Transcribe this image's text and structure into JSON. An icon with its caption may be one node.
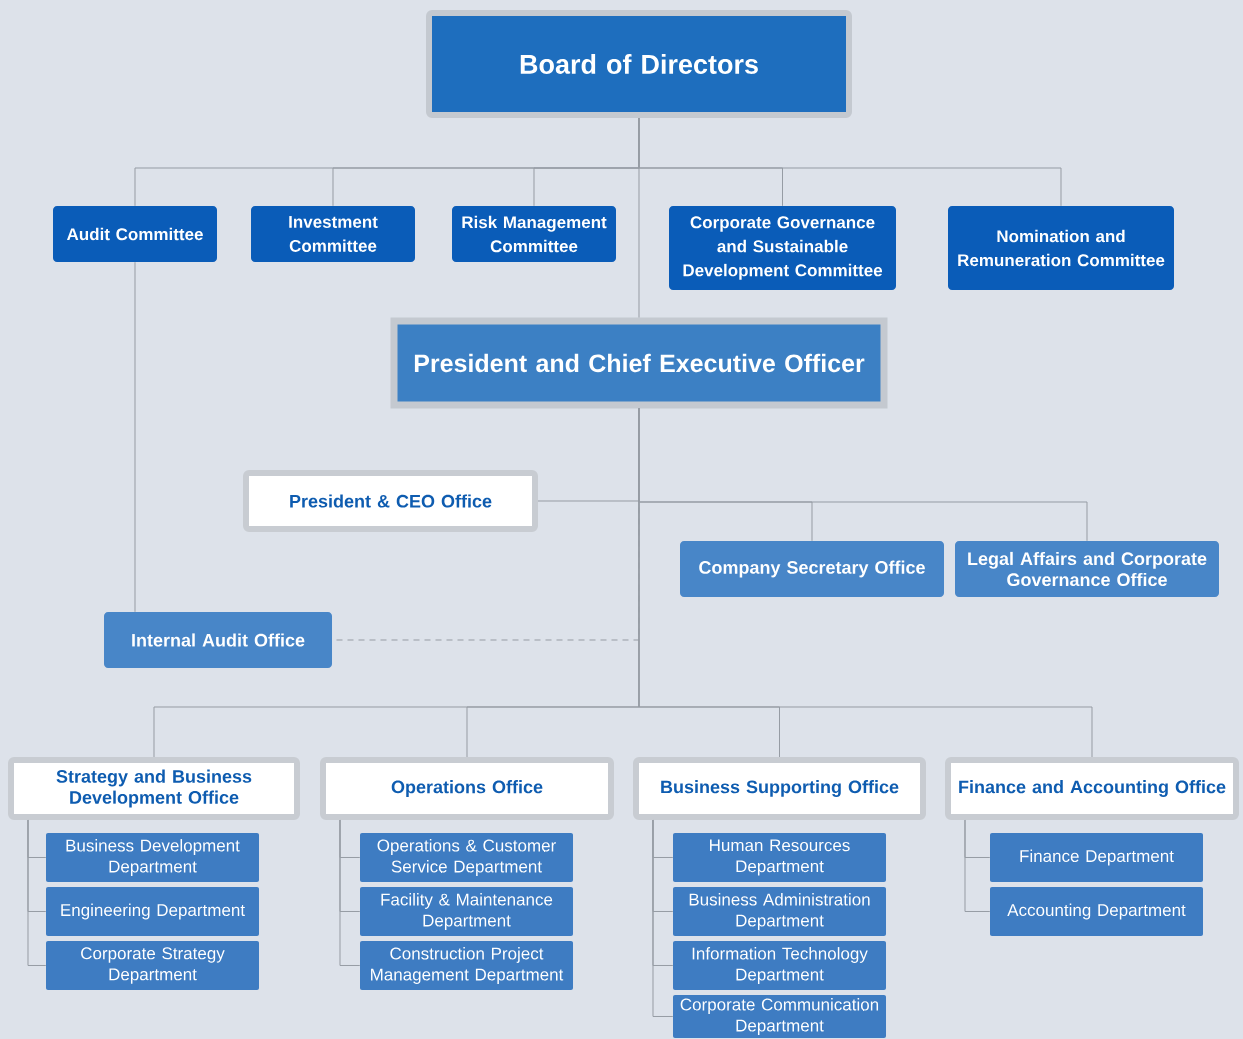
{
  "diagram": {
    "nodes": [
      {
        "text": [
          "Board of Directors"
        ]
      },
      {
        "text": [
          "Audit Committee"
        ]
      },
      {
        "text": [
          "Investment Committee"
        ]
      },
      {
        "text": [
          "Risk Management Committee"
        ]
      },
      {
        "text": [
          "Corporate Governance and Sustainable Development Committee"
        ]
      },
      {
        "text": [
          "Nomination and Remuneration Committee"
        ]
      },
      {
        "text": [
          "President and Chief Executive Officer"
        ]
      },
      {
        "text": [
          "President & CEO Office"
        ]
      },
      {
        "text": [
          "Company Secretary Office"
        ]
      },
      {
        "text": [
          "Legal Affairs and Corporate Governance Office"
        ]
      },
      {
        "text": [
          "Internal Audit Office"
        ]
      },
      {
        "text": [
          "Strategy and Business Development Office"
        ]
      },
      {
        "text": [
          "Operations Office"
        ]
      },
      {
        "text": [
          "Business Supporting Office"
        ]
      },
      {
        "text": [
          "Finance and Accounting Office"
        ]
      },
      {
        "text": [
          "Business Development Department"
        ]
      },
      {
        "text": [
          "Engineering Department"
        ]
      },
      {
        "text": [
          "Corporate Strategy Department"
        ]
      },
      {
        "text": [
          "Operations & Customer Service Department"
        ]
      },
      {
        "text": [
          "Facility & Maintenance Department"
        ]
      },
      {
        "text": [
          "Construction Project Management Department"
        ]
      },
      {
        "text": [
          "Human Resources Department"
        ]
      },
      {
        "text": [
          "Business Administration Department"
        ]
      },
      {
        "text": [
          "Information Technology Department"
        ]
      },
      {
        "text": [
          "Corporate Communication Department"
        ]
      },
      {
        "text": [
          "Finance Department"
        ]
      },
      {
        "text": [
          "Accounting Department"
        ]
      }
    ],
    "edges": [
      {
        "from": 0,
        "to": 1,
        "arrow": "none"
      },
      {
        "from": 0,
        "to": 2,
        "arrow": "none"
      },
      {
        "from": 0,
        "to": 3,
        "arrow": "none"
      },
      {
        "from": 0,
        "to": 4,
        "arrow": "none"
      },
      {
        "from": 0,
        "to": 5,
        "arrow": "none"
      },
      {
        "from": 0,
        "to": 6,
        "arrow": "none"
      },
      {
        "from": 1,
        "to": 10,
        "arrow": "none"
      },
      {
        "from": 6,
        "to": 10,
        "arrow": "none",
        "style": "dashed"
      },
      {
        "from": 6,
        "to": 7,
        "arrow": "none"
      },
      {
        "from": 6,
        "to": 8,
        "arrow": "none"
      },
      {
        "from": 6,
        "to": 9,
        "arrow": "none"
      },
      {
        "from": 6,
        "to": 11,
        "arrow": "none"
      },
      {
        "from": 6,
        "to": 12,
        "arrow": "none"
      },
      {
        "from": 6,
        "to": 13,
        "arrow": "none"
      },
      {
        "from": 6,
        "to": 14,
        "arrow": "none"
      },
      {
        "from": 11,
        "to": 15,
        "arrow": "none"
      },
      {
        "from": 11,
        "to": 16,
        "arrow": "none"
      },
      {
        "from": 11,
        "to": 17,
        "arrow": "none"
      },
      {
        "from": 12,
        "to": 18,
        "arrow": "none"
      },
      {
        "from": 12,
        "to": 19,
        "arrow": "none"
      },
      {
        "from": 12,
        "to": 20,
        "arrow": "none"
      },
      {
        "from": 13,
        "to": 21,
        "arrow": "none"
      },
      {
        "from": 13,
        "to": 22,
        "arrow": "none"
      },
      {
        "from": 13,
        "to": 23,
        "arrow": "none"
      },
      {
        "from": 13,
        "to": 24,
        "arrow": "none"
      },
      {
        "from": 14,
        "to": 25,
        "arrow": "none"
      },
      {
        "from": 14,
        "to": 26,
        "arrow": "none"
      }
    ]
  }
}
